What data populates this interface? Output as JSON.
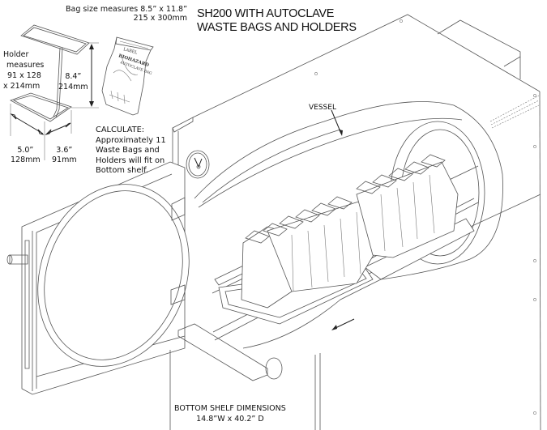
{
  "title": {
    "line1": "SH200 WITH AUTOCLAVE",
    "line2": "WASTE BAGS AND HOLDERS"
  },
  "bag": {
    "size_line1": "Bag size measures 8.5” x 11.8”",
    "size_line2": "215 x 300mm",
    "label_lines": [
      "LABEL",
      "BIOHAZARD",
      "AUTOCLAVE BAG"
    ]
  },
  "holder": {
    "measures_lines": [
      "Holder",
      "measures",
      "91 x 128",
      "x 214mm"
    ],
    "height_in": "8.4”",
    "height_mm": "214mm",
    "length_in": "5.0”",
    "length_mm": "128mm",
    "width_in": "3.6”",
    "width_mm": "91mm"
  },
  "calculate": {
    "heading": "CALCULATE:",
    "lines": [
      "Approximately 11",
      "Waste Bags and",
      "Holders will fit on",
      "Bottom shelf."
    ]
  },
  "callouts": {
    "vessel": "VESSEL"
  },
  "bottom_shelf": {
    "line1": "BOTTOM SHELF DIMENSIONS",
    "line2": "14.8”W x 40.2” D"
  },
  "estimate": {
    "bags_on_shelf": 11
  },
  "colors": {
    "line": "#555555",
    "ink": "#111111",
    "background": "#ffffff"
  }
}
